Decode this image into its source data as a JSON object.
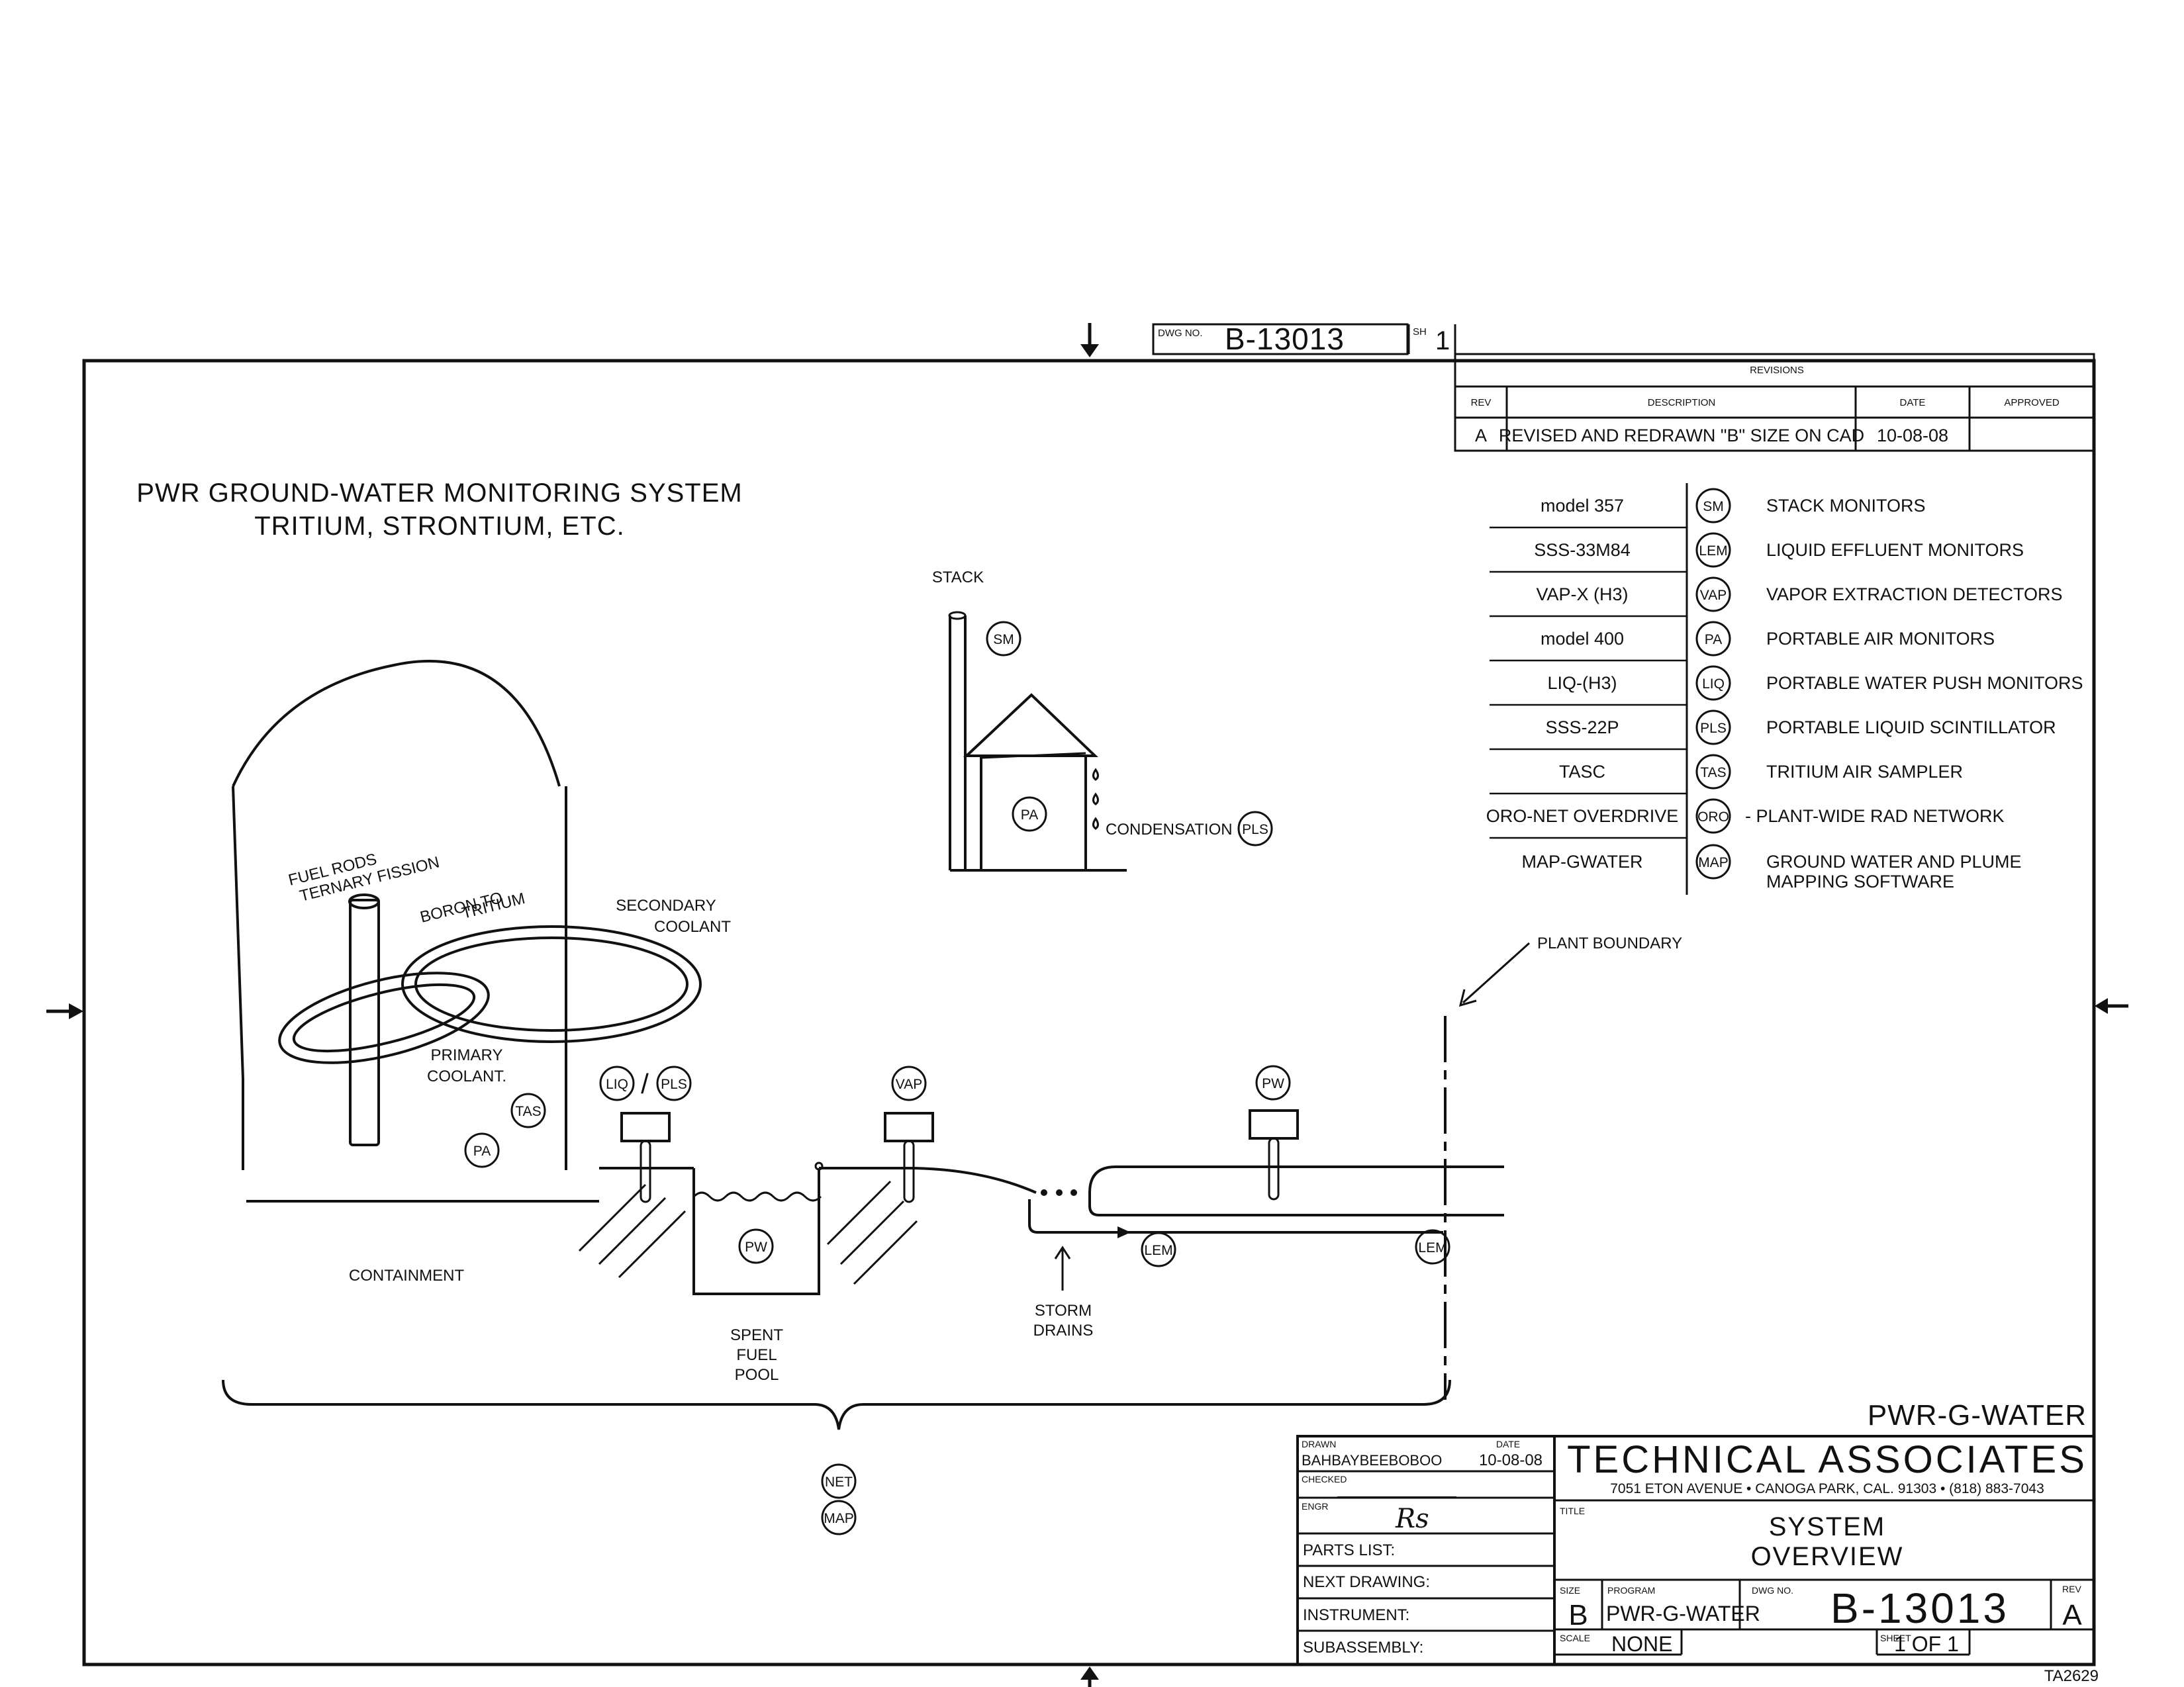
{
  "header": {
    "dwg_no_label": "DWG NO.",
    "dwg_no": "B-13013",
    "sheet_label": "SH",
    "sheet": "1"
  },
  "revisions": {
    "title": "REVISIONS",
    "headers": [
      "REV",
      "DESCRIPTION",
      "DATE",
      "APPROVED"
    ],
    "rows": [
      {
        "rev": "A",
        "description": "REVISED AND REDRAWN \"B\" SIZE ON CAD",
        "date": "10-08-08",
        "approved": ""
      }
    ]
  },
  "title": {
    "line1": "PWR GROUND-WATER MONITORING SYSTEM",
    "line2": "TRITIUM, STRONTIUM, ETC."
  },
  "legend": [
    {
      "model": "model 357",
      "code": "SM",
      "desc1": "STACK MONITORS",
      "desc2": ""
    },
    {
      "model": "SSS-33M84",
      "code": "LEM",
      "desc1": "LIQUID EFFLUENT MONITORS",
      "desc2": ""
    },
    {
      "model": "VAP-X (H3)",
      "code": "VAP",
      "desc1": "VAPOR EXTRACTION DETECTORS",
      "desc2": ""
    },
    {
      "model": "model 400",
      "code": "PA",
      "desc1": "PORTABLE AIR MONITORS",
      "desc2": ""
    },
    {
      "model": "LIQ-(H3)",
      "code": "LIQ",
      "desc1": "PORTABLE WATER PUSH MONITORS",
      "desc2": ""
    },
    {
      "model": "SSS-22P",
      "code": "PLS",
      "desc1": "PORTABLE LIQUID SCINTILLATOR",
      "desc2": ""
    },
    {
      "model": "TASC",
      "code": "TAS",
      "desc1": "TRITIUM AIR SAMPLER",
      "desc2": ""
    },
    {
      "model": "ORO-NET OVERDRIVE",
      "code": "ORO",
      "desc1": "- PLANT-WIDE RAD NETWORK",
      "desc2": ""
    },
    {
      "model": "MAP-GWATER",
      "code": "MAP",
      "desc1": "GROUND WATER AND PLUME",
      "desc2": "MAPPING SOFTWARE"
    }
  ],
  "diagram": {
    "stack": "STACK",
    "condensation": "CONDENSATION",
    "fuel_rods_1": "FUEL RODS",
    "fuel_rods_2": "TERNARY FISSION",
    "boron_1": "BORON TO",
    "boron_2": "TRITIUM",
    "secondary_1": "SECONDARY",
    "secondary_2": "COOLANT",
    "primary_1": "PRIMARY",
    "primary_2": "COOLANT.",
    "plant_boundary": "PLANT BOUNDARY",
    "containment": "CONTAINMENT",
    "spent_1": "SPENT",
    "spent_2": "FUEL",
    "spent_3": "POOL",
    "storm_1": "STORM",
    "storm_2": "DRAINS",
    "slash": "/",
    "markers": {
      "sm": "SM",
      "pa_stack": "PA",
      "pls_cond": "PLS",
      "liq": "LIQ",
      "pls": "PLS",
      "vap": "VAP",
      "pw_top": "PW",
      "tas": "TAS",
      "pa_cont": "PA",
      "pw_pool": "PW",
      "lem1": "LEM",
      "lem2": "LEM",
      "net": "NET",
      "map": "MAP"
    }
  },
  "title_block": {
    "program_name": "PWR-G-WATER",
    "drawn_label": "DRAWN",
    "drawn_by": "BAHBAYBEEBOBOO",
    "date_label": "DATE",
    "date": "10-08-08",
    "checked_label": "CHECKED",
    "engr_label": "ENGR",
    "engr_sig": "Rs",
    "parts_list": "PARTS LIST:",
    "next_drawing": "NEXT DRAWING:",
    "instrument": "INSTRUMENT:",
    "subassembly": "SUBASSEMBLY:",
    "company": "TECHNICAL ASSOCIATES",
    "address": "7051 ETON AVENUE • CANOGA PARK, CAL. 91303 • (818) 883-7043",
    "title_label": "TITLE",
    "title1": "SYSTEM",
    "title2": "OVERVIEW",
    "size_label": "SIZE",
    "size": "B",
    "program_label": "PROGRAM",
    "program": "PWR-G-WATER",
    "dwg_no_label": "DWG NO.",
    "dwg_no": "B-13013",
    "rev_label": "REV",
    "rev": "A",
    "scale_label": "SCALE",
    "scale": "NONE",
    "sheet_label": "SHEET",
    "sheet": "1 OF 1",
    "ref": "TA2629"
  }
}
